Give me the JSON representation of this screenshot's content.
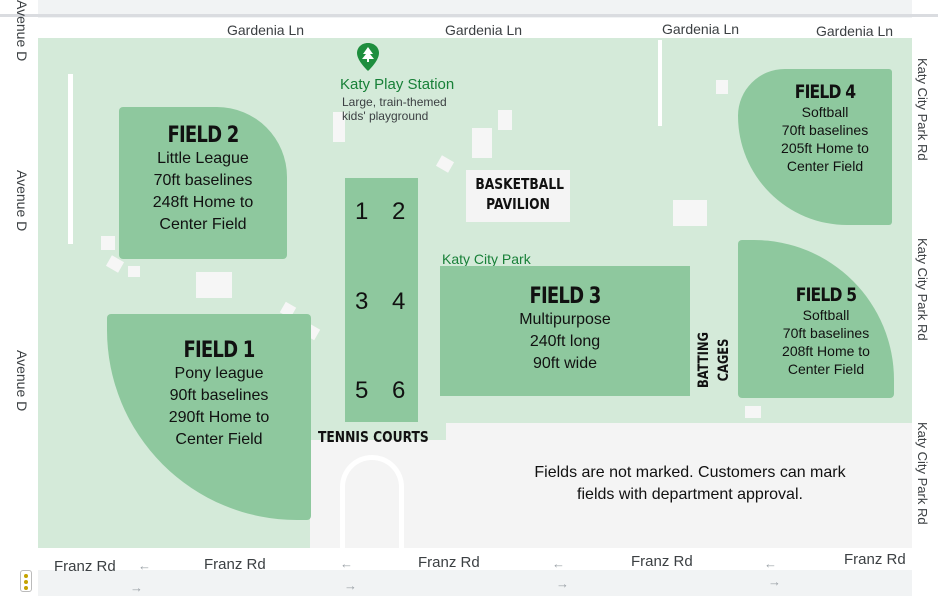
{
  "roads": {
    "top": "Gardenia Ln",
    "left": "Avenue D",
    "right": "Katy City Park Rd",
    "bottom": "Franz Rd"
  },
  "park_name": "Katy City Park",
  "poi": {
    "name": "Katy Play Station",
    "desc_line1": "Large, train-themed",
    "desc_line2": "kids' playground",
    "icon": "tree-pin-icon"
  },
  "fields": {
    "field1": {
      "title": "FIELD 1",
      "lines": [
        "Pony league",
        "90ft baselines",
        "290ft Home to",
        "Center Field"
      ]
    },
    "field2": {
      "title": "FIELD 2",
      "lines": [
        "Little League",
        "70ft baselines",
        "248ft Home to",
        "Center Field"
      ]
    },
    "field3": {
      "title": "FIELD 3",
      "lines": [
        "Multipurpose",
        "240ft long",
        "90ft wide"
      ]
    },
    "field4": {
      "title": "FIELD 4",
      "lines": [
        "Softball",
        "70ft baselines",
        "205ft Home to",
        "Center Field"
      ]
    },
    "field5": {
      "title": "FIELD 5",
      "lines": [
        "Softball",
        "70ft baselines",
        "208ft Home to",
        "Center Field"
      ]
    }
  },
  "tennis": {
    "label": "TENNIS COURTS",
    "courts": [
      "1",
      "2",
      "3",
      "4",
      "5",
      "6"
    ]
  },
  "basketball": {
    "line1": "BASKETBALL",
    "line2": "PAVILION"
  },
  "batting": {
    "line1": "BATTING",
    "line2": "CAGES"
  },
  "notice": {
    "line1": "Fields are not marked. Customers can mark",
    "line2": "fields with department approval."
  },
  "colors": {
    "park": "#d4ead9",
    "field": "#8ec89e",
    "road": "#ffffff",
    "poi": "#188038"
  }
}
